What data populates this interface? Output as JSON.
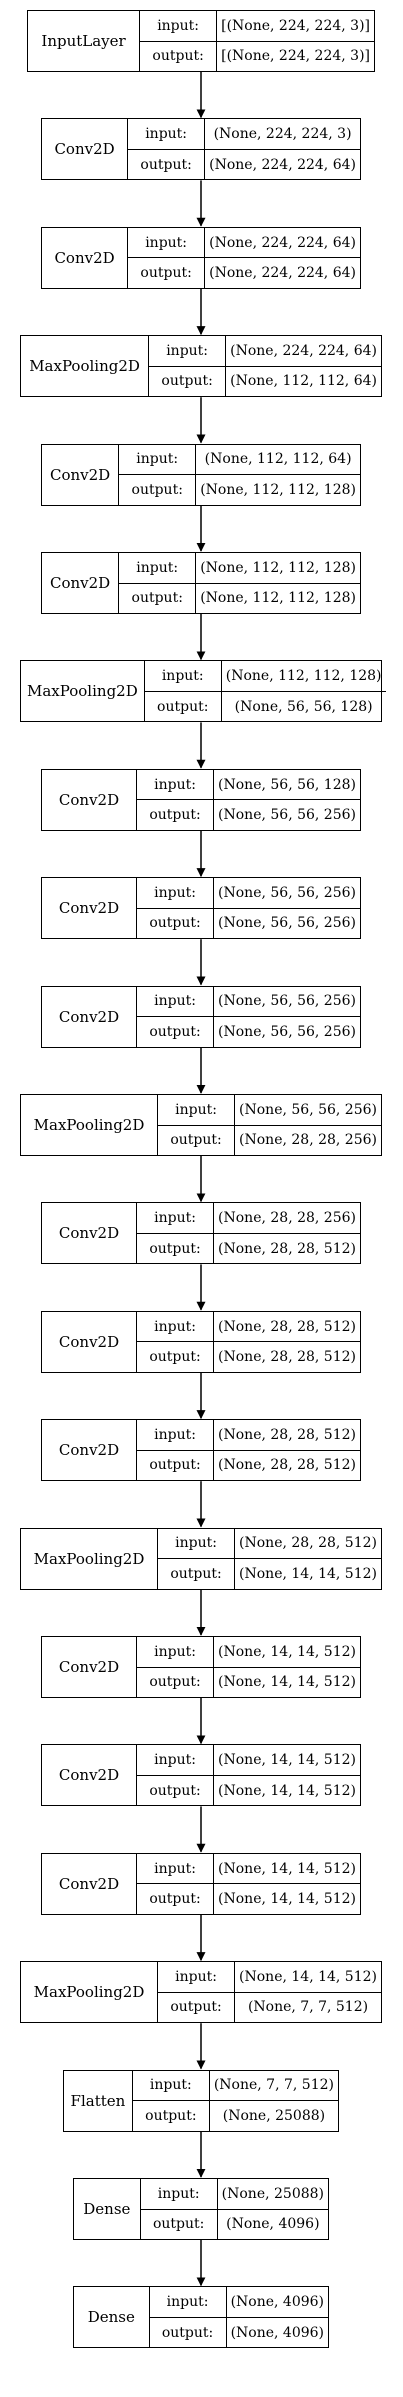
{
  "io_labels": {
    "input": "input:",
    "output": "output:"
  },
  "layers": [
    {
      "name": "InputLayer",
      "input": "[(None, 224, 224, 3)]",
      "output": "[(None, 224, 224, 3)]"
    },
    {
      "name": "Conv2D",
      "input": "(None, 224, 224, 3)",
      "output": "(None, 224, 224, 64)"
    },
    {
      "name": "Conv2D",
      "input": "(None, 224, 224, 64)",
      "output": "(None, 224, 224, 64)"
    },
    {
      "name": "MaxPooling2D",
      "input": "(None, 224, 224, 64)",
      "output": "(None, 112, 112, 64)"
    },
    {
      "name": "Conv2D",
      "input": "(None, 112, 112, 64)",
      "output": "(None, 112, 112, 128)"
    },
    {
      "name": "Conv2D",
      "input": "(None, 112, 112, 128)",
      "output": "(None, 112, 112, 128)"
    },
    {
      "name": "MaxPooling2D",
      "input": "(None, 112, 112, 128)",
      "output": "(None, 56, 56, 128)"
    },
    {
      "name": "Conv2D",
      "input": "(None, 56, 56, 128)",
      "output": "(None, 56, 56, 256)"
    },
    {
      "name": "Conv2D",
      "input": "(None, 56, 56, 256)",
      "output": "(None, 56, 56, 256)"
    },
    {
      "name": "Conv2D",
      "input": "(None, 56, 56, 256)",
      "output": "(None, 56, 56, 256)"
    },
    {
      "name": "MaxPooling2D",
      "input": "(None, 56, 56, 256)",
      "output": "(None, 28, 28, 256)"
    },
    {
      "name": "Conv2D",
      "input": "(None, 28, 28, 256)",
      "output": "(None, 28, 28, 512)"
    },
    {
      "name": "Conv2D",
      "input": "(None, 28, 28, 512)",
      "output": "(None, 28, 28, 512)"
    },
    {
      "name": "Conv2D",
      "input": "(None, 28, 28, 512)",
      "output": "(None, 28, 28, 512)"
    },
    {
      "name": "MaxPooling2D",
      "input": "(None, 28, 28, 512)",
      "output": "(None, 14, 14, 512)"
    },
    {
      "name": "Conv2D",
      "input": "(None, 14, 14, 512)",
      "output": "(None, 14, 14, 512)"
    },
    {
      "name": "Conv2D",
      "input": "(None, 14, 14, 512)",
      "output": "(None, 14, 14, 512)"
    },
    {
      "name": "Conv2D",
      "input": "(None, 14, 14, 512)",
      "output": "(None, 14, 14, 512)"
    },
    {
      "name": "MaxPooling2D",
      "input": "(None, 14, 14, 512)",
      "output": "(None, 7, 7, 512)"
    },
    {
      "name": "Flatten",
      "input": "(None, 7, 7, 512)",
      "output": "(None, 25088)"
    },
    {
      "name": "Dense",
      "input": "(None, 25088)",
      "output": "(None, 4096)"
    },
    {
      "name": "Dense",
      "input": "(None, 4096)",
      "output": "(None, 4096)"
    }
  ]
}
